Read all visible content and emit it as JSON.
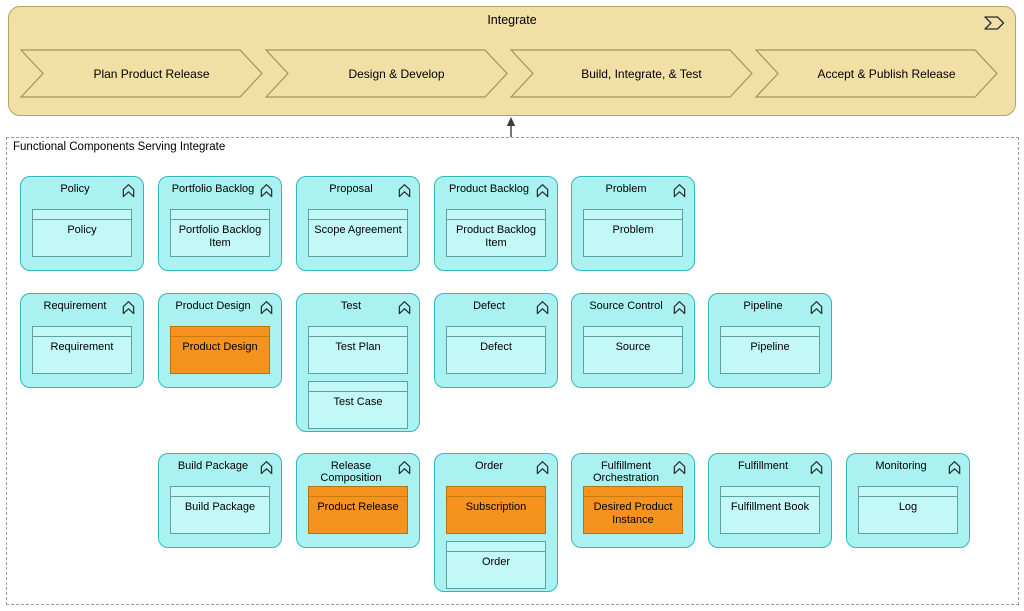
{
  "process": {
    "title": "Integrate",
    "icon": "value-stream-icon",
    "phases": [
      {
        "label": "Plan Product Release"
      },
      {
        "label": "Design & Develop"
      },
      {
        "label": "Build, Integrate, & Test"
      },
      {
        "label": "Accept & Publish Release"
      }
    ]
  },
  "group": {
    "label": "Functional Components Serving Integrate"
  },
  "components": [
    {
      "title": "Policy",
      "row": 0,
      "col": 0,
      "objects": [
        {
          "label": "Policy"
        }
      ]
    },
    {
      "title": "Portfolio Backlog",
      "row": 0,
      "col": 1,
      "objects": [
        {
          "label": "Portfolio Backlog Item"
        }
      ]
    },
    {
      "title": "Proposal",
      "row": 0,
      "col": 2,
      "objects": [
        {
          "label": "Scope Agreement"
        }
      ]
    },
    {
      "title": "Product Backlog",
      "row": 0,
      "col": 3,
      "objects": [
        {
          "label": "Product Backlog Item"
        }
      ]
    },
    {
      "title": "Problem",
      "row": 0,
      "col": 4,
      "objects": [
        {
          "label": "Problem"
        }
      ]
    },
    {
      "title": "Requirement",
      "row": 1,
      "col": 0,
      "objects": [
        {
          "label": "Requirement"
        }
      ]
    },
    {
      "title": "Product Design",
      "row": 1,
      "col": 1,
      "objects": [
        {
          "label": "Product Design",
          "highlight": true
        }
      ]
    },
    {
      "title": "Test",
      "row": 1,
      "col": 2,
      "tall": true,
      "objects": [
        {
          "label": "Test Plan"
        },
        {
          "label": "Test Case"
        }
      ]
    },
    {
      "title": "Defect",
      "row": 1,
      "col": 3,
      "objects": [
        {
          "label": "Defect"
        }
      ]
    },
    {
      "title": "Source Control",
      "row": 1,
      "col": 4,
      "objects": [
        {
          "label": "Source"
        }
      ]
    },
    {
      "title": "Pipeline",
      "row": 1,
      "col": 5,
      "objects": [
        {
          "label": "Pipeline"
        }
      ]
    },
    {
      "title": "Build Package",
      "row": 2,
      "col": 1,
      "objects": [
        {
          "label": "Build Package"
        }
      ]
    },
    {
      "title": "Release Composition",
      "row": 2,
      "col": 2,
      "objects": [
        {
          "label": "Product Release",
          "highlight": true
        }
      ]
    },
    {
      "title": "Order",
      "row": 2,
      "col": 3,
      "tall": true,
      "objects": [
        {
          "label": "Subscription",
          "highlight": true
        },
        {
          "label": "Order"
        }
      ]
    },
    {
      "title": "Fulfillment Orchestration",
      "row": 2,
      "col": 4,
      "objects": [
        {
          "label": "Desired Product Instance",
          "highlight": true
        }
      ]
    },
    {
      "title": "Fulfillment",
      "row": 2,
      "col": 5,
      "objects": [
        {
          "label": "Fulfillment Book"
        }
      ]
    },
    {
      "title": "Monitoring",
      "row": 2,
      "col": 6,
      "objects": [
        {
          "label": "Log"
        }
      ]
    }
  ],
  "colors": {
    "process_fill": "#f2dfa6",
    "process_border": "#b7a065",
    "chevron_stroke": "#a39062",
    "component_fill": "#aaf2f2",
    "component_border": "#30b8b8",
    "object_fill": "#c3f8f8",
    "object_border": "#5fa0a0",
    "highlight_fill": "#f6921e",
    "highlight_border": "#b5730f",
    "highlight_band": "#c87c12",
    "connector": "#3c3c3c"
  }
}
